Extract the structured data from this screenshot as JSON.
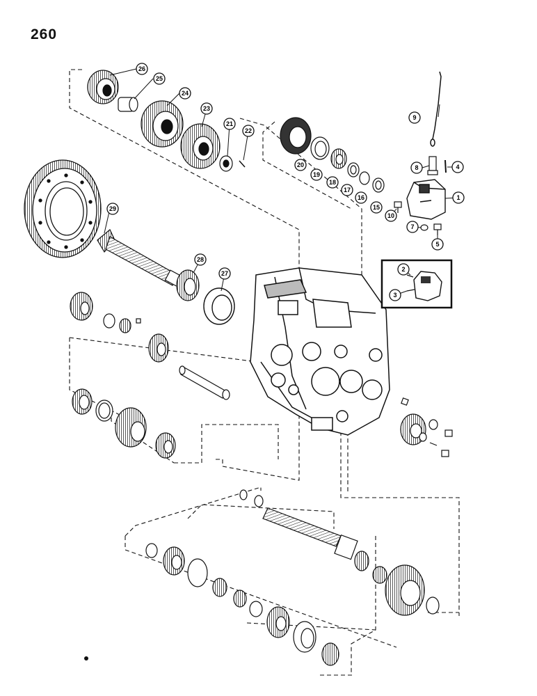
{
  "page_number": "260",
  "callouts": [
    {
      "n": "1"
    },
    {
      "n": "2"
    },
    {
      "n": "3"
    },
    {
      "n": "4"
    },
    {
      "n": "5"
    },
    {
      "n": "7"
    },
    {
      "n": "8"
    },
    {
      "n": "9"
    },
    {
      "n": "10"
    },
    {
      "n": "15"
    },
    {
      "n": "16"
    },
    {
      "n": "17"
    },
    {
      "n": "18"
    },
    {
      "n": "19"
    },
    {
      "n": "20"
    },
    {
      "n": "21"
    },
    {
      "n": "22"
    },
    {
      "n": "23"
    },
    {
      "n": "24"
    },
    {
      "n": "25"
    },
    {
      "n": "26"
    },
    {
      "n": "27"
    },
    {
      "n": "28"
    },
    {
      "n": "29"
    }
  ]
}
